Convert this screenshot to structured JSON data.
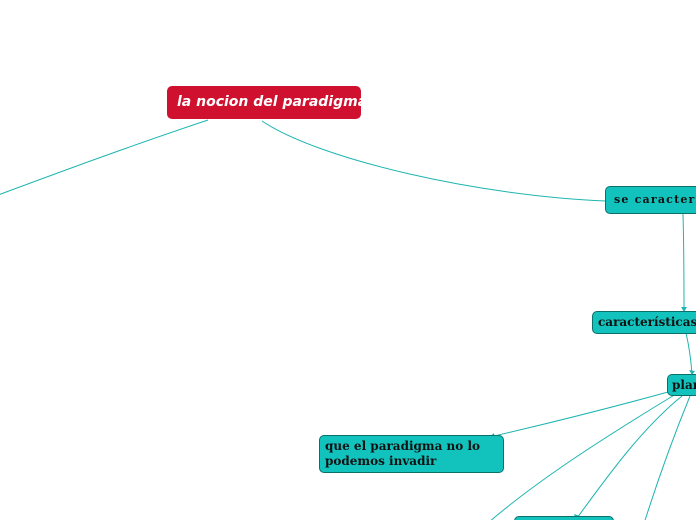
{
  "mindmap": {
    "root": {
      "label": "la nocion del paradigma"
    },
    "nodes": {
      "se_caracteriza": {
        "label": "se caracteriza"
      },
      "caracteristicas": {
        "label": "características d"
      },
      "plan": {
        "label": "plan"
      },
      "no_invadir": {
        "label": "que el paradigma no lo podemos invadir"
      },
      "bottom_node": {
        "label": ""
      }
    }
  },
  "colors": {
    "root_fill": "#d0102f",
    "node_fill": "#12c2bd",
    "node_border": "#0b6f6c",
    "connector": "#1fb5b0"
  }
}
